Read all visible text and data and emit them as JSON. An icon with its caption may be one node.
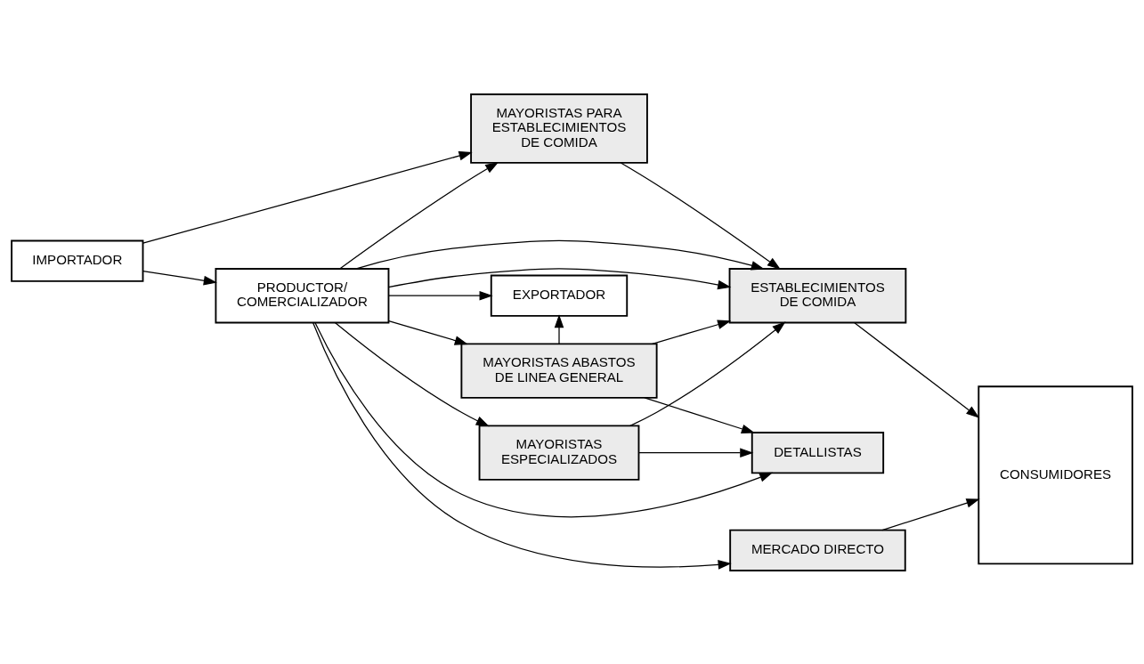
{
  "diagram": {
    "nodes": [
      {
        "text": [
          "EXPORTADOR"
        ]
      },
      {
        "text": [
          "MERCADO DIRECTO"
        ]
      },
      {
        "text": [
          "MAYORISTAS ABASTOS DE LINEA GENERAL"
        ]
      },
      {
        "text": [
          "CONSUMIDORES"
        ]
      },
      {
        "text": [
          "PRODUCTOR/ COMERCIALIZADOR"
        ]
      },
      {
        "text": [
          "MAYORISTAS ESPECIALIZADOS"
        ]
      },
      {
        "text": [
          "DETALLISTAS"
        ]
      },
      {
        "text": [
          "MAYORISTAS PARA ESTABLECIMIENTOS DE COMIDA"
        ]
      },
      {
        "text": [
          "IMPORTADOR"
        ]
      },
      {
        "text": [
          "ESTABLECIMIENTOS DE COMIDA"
        ]
      }
    ],
    "edges": [
      {
        "from": 4,
        "to": 0,
        "arrow": "to"
      },
      {
        "from": 2,
        "to": 0,
        "arrow": "to"
      },
      {
        "from": 4,
        "to": 1,
        "arrow": "to"
      },
      {
        "from": 4,
        "to": 6,
        "arrow": "to"
      },
      {
        "from": 4,
        "to": 9,
        "arrow": "to"
      },
      {
        "from": 4,
        "to": 2,
        "arrow": "to"
      },
      {
        "from": 4,
        "to": 5,
        "arrow": "to"
      },
      {
        "from": 4,
        "to": 7,
        "arrow": "to"
      },
      {
        "from": 2,
        "to": 6,
        "arrow": "to"
      },
      {
        "from": 2,
        "to": 9,
        "arrow": "to"
      },
      {
        "from": 5,
        "to": 6,
        "arrow": "to"
      },
      {
        "from": 5,
        "to": 9,
        "arrow": "to"
      },
      {
        "from": 8,
        "to": 4,
        "arrow": "to"
      },
      {
        "from": 8,
        "to": 7,
        "arrow": "to"
      },
      {
        "from": 4,
        "to": 9,
        "arrow": "to"
      },
      {
        "from": 7,
        "to": 9,
        "arrow": "to"
      },
      {
        "from": 1,
        "to": 3,
        "arrow": "to"
      },
      {
        "from": 9,
        "to": 3,
        "arrow": "to"
      }
    ]
  }
}
